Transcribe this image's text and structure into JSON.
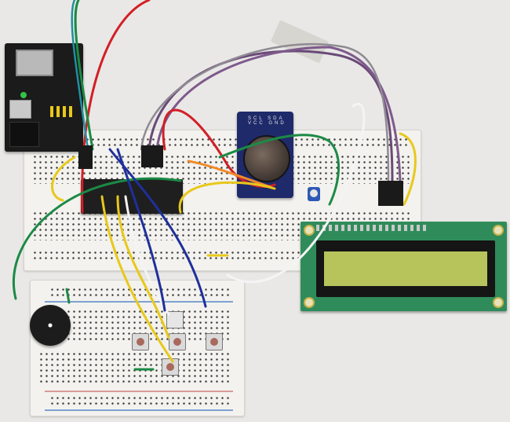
{
  "scene": {
    "description": "Breadboard electronics project: microcontroller with RTC module, 16x2 LCD, buzzer and push buttons",
    "background_color": "#e9e8e6"
  },
  "components": {
    "power_supply": {
      "label": "Breadboard power supply module",
      "color": "#1b1b1b"
    },
    "microcontroller": {
      "label": "40-pin DIP microcontroller",
      "color": "#1f1f1f"
    },
    "rtc_module": {
      "label": "RTC module with coin cell",
      "pin_labels": "SCL SDA VCC GND",
      "color": "#1f2a6b"
    },
    "potentiometer": {
      "label": "Contrast potentiometer",
      "color": "#2d58b5"
    },
    "lcd": {
      "label": "16x2 LCD display",
      "pcb_color": "#2f8c5a",
      "screen_color": "#b7c45c"
    },
    "buzzer": {
      "label": "Piezo buzzer",
      "color": "#1c1c1c"
    },
    "push_buttons": [
      {
        "label": "Button 1"
      },
      {
        "label": "Button 2"
      },
      {
        "label": "Button 3"
      },
      {
        "label": "Button 4"
      }
    ]
  },
  "wire_colors": {
    "red": "#d21f26",
    "green": "#1c8a45",
    "yellow": "#e8c81c",
    "blue": "#1f2f9c",
    "white": "#f4f4f4",
    "purple": "#6a4a78",
    "black": "#1a1a1a",
    "orange": "#f08a2a"
  }
}
